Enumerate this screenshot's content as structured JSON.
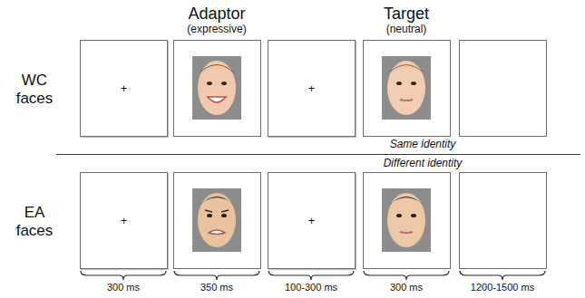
{
  "diagram": {
    "nodes": [
      {
        "text": [
          "+"
        ]
      },
      {
        "text": [
          "+"
        ]
      },
      {
        "text": [
          "+"
        ]
      },
      {
        "text": [
          "+"
        ]
      }
    ],
    "labels": [
      "Adaptor",
      "(expressive)",
      "Target",
      "(neutral)",
      "WC faces",
      "Same identity",
      "Different identity",
      "EA faces",
      "300 ms",
      "350 ms",
      "100-300 ms",
      "300 ms",
      "1200-1500 ms"
    ]
  }
}
